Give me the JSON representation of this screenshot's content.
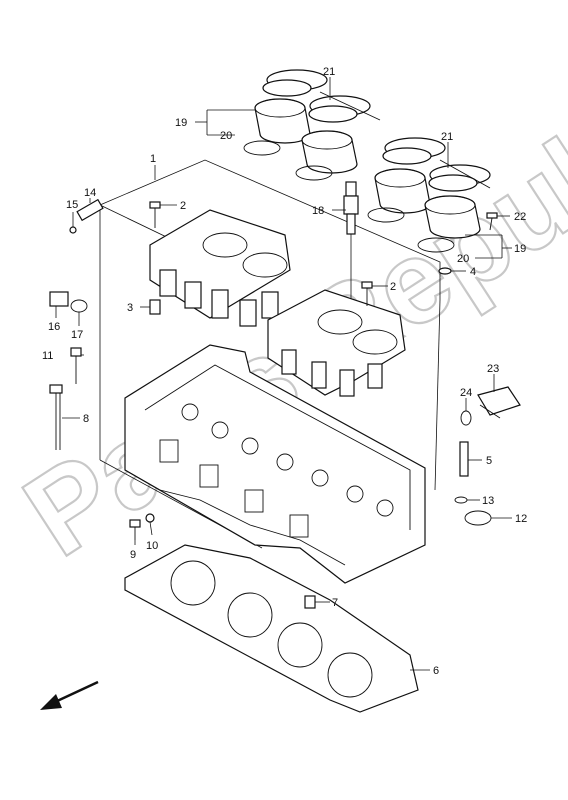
{
  "watermark": "Parts Republik",
  "callouts": [
    {
      "id": "c1",
      "text": "1"
    },
    {
      "id": "c2a",
      "text": "2"
    },
    {
      "id": "c2b",
      "text": "2"
    },
    {
      "id": "c3",
      "text": "3"
    },
    {
      "id": "c4",
      "text": "4"
    },
    {
      "id": "c5",
      "text": "5"
    },
    {
      "id": "c6",
      "text": "6"
    },
    {
      "id": "c7",
      "text": "7"
    },
    {
      "id": "c8",
      "text": "8"
    },
    {
      "id": "c9",
      "text": "9"
    },
    {
      "id": "c10",
      "text": "10"
    },
    {
      "id": "c11",
      "text": "11"
    },
    {
      "id": "c12",
      "text": "12"
    },
    {
      "id": "c13",
      "text": "13"
    },
    {
      "id": "c14",
      "text": "14"
    },
    {
      "id": "c15",
      "text": "15"
    },
    {
      "id": "c16",
      "text": "16"
    },
    {
      "id": "c17",
      "text": "17"
    },
    {
      "id": "c18",
      "text": "18"
    },
    {
      "id": "c19a",
      "text": "19"
    },
    {
      "id": "c19b",
      "text": "19"
    },
    {
      "id": "c20a",
      "text": "20"
    },
    {
      "id": "c20b",
      "text": "20"
    },
    {
      "id": "c21a",
      "text": "21"
    },
    {
      "id": "c21b",
      "text": "21"
    },
    {
      "id": "c22",
      "text": "22"
    },
    {
      "id": "c23",
      "text": "23"
    },
    {
      "id": "c24",
      "text": "24"
    }
  ],
  "arrow": {
    "direction": "front-left",
    "icon": "direction-arrow-icon"
  }
}
